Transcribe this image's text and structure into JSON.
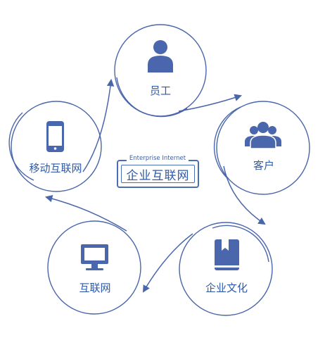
{
  "title": "企业互联网",
  "subtitle": "Enterprise Internet",
  "nodes": [
    {
      "id": "employee",
      "label": "员工",
      "icon": "person-icon"
    },
    {
      "id": "customer",
      "label": "客户",
      "icon": "group-icon"
    },
    {
      "id": "culture",
      "label": "企业文化",
      "icon": "book-icon"
    },
    {
      "id": "internet",
      "label": "互联网",
      "icon": "monitor-icon"
    },
    {
      "id": "mobile",
      "label": "移动互联网",
      "icon": "phone-icon"
    }
  ],
  "colors": {
    "line": "#4a66ab",
    "icon": "#4a67ad",
    "text": "#2f5aa8"
  }
}
